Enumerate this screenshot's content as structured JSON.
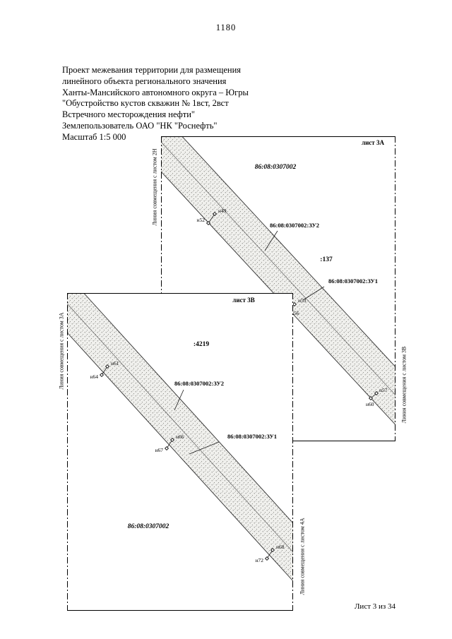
{
  "page": {
    "number": "1180",
    "footer": "Лист 3 из 34"
  },
  "header": {
    "lines": [
      "Проект межевания территории для размещения",
      "линейного объекта регионального значения",
      "Ханты-Мансийского автономного округа – Югры",
      "\"Обустройство кустов скважин № 1вст, 2вст",
      "Встречного месторождения нефти\"",
      "Землепользователь ОАО \"НК \"Роснефть\"",
      "Масштаб 1:5 000"
    ]
  },
  "sheet3a": {
    "title": "лист 3А",
    "quarter_label": "86:08:0307002",
    "zu2_label": "86:08:0307002:ЗУ2",
    "zu1_label": "86:08:0307002:ЗУ1",
    "parcel_label": ":137",
    "edge_left": "Линия совмещения с листом 2Н",
    "edge_right": "Линия совмещения с листом 3В",
    "points": [
      {
        "label": "н49"
      },
      {
        "label": "н52"
      },
      {
        "label": "н53"
      },
      {
        "label": "н56"
      },
      {
        "label": "н57"
      },
      {
        "label": "н60"
      }
    ]
  },
  "sheet3b": {
    "title": "лист 3В",
    "quarter_label": "86:08:0307002",
    "zu2_label": "86:08:0307002:ЗУ2",
    "zu1_label": "86:08:0307002:ЗУ1",
    "parcel_label": ":4219",
    "edge_left": "Линия совмещения с листом 3А",
    "edge_right": "Линия совмещения с листом 4А",
    "points": [
      {
        "label": "н61"
      },
      {
        "label": "н64"
      },
      {
        "label": "н66"
      },
      {
        "label": "н67"
      },
      {
        "label": "н68"
      },
      {
        "label": "н72"
      }
    ]
  },
  "colors": {
    "ink": "#000000",
    "band_background": "#f0f0ed",
    "band_dots": "#6b6b66"
  }
}
